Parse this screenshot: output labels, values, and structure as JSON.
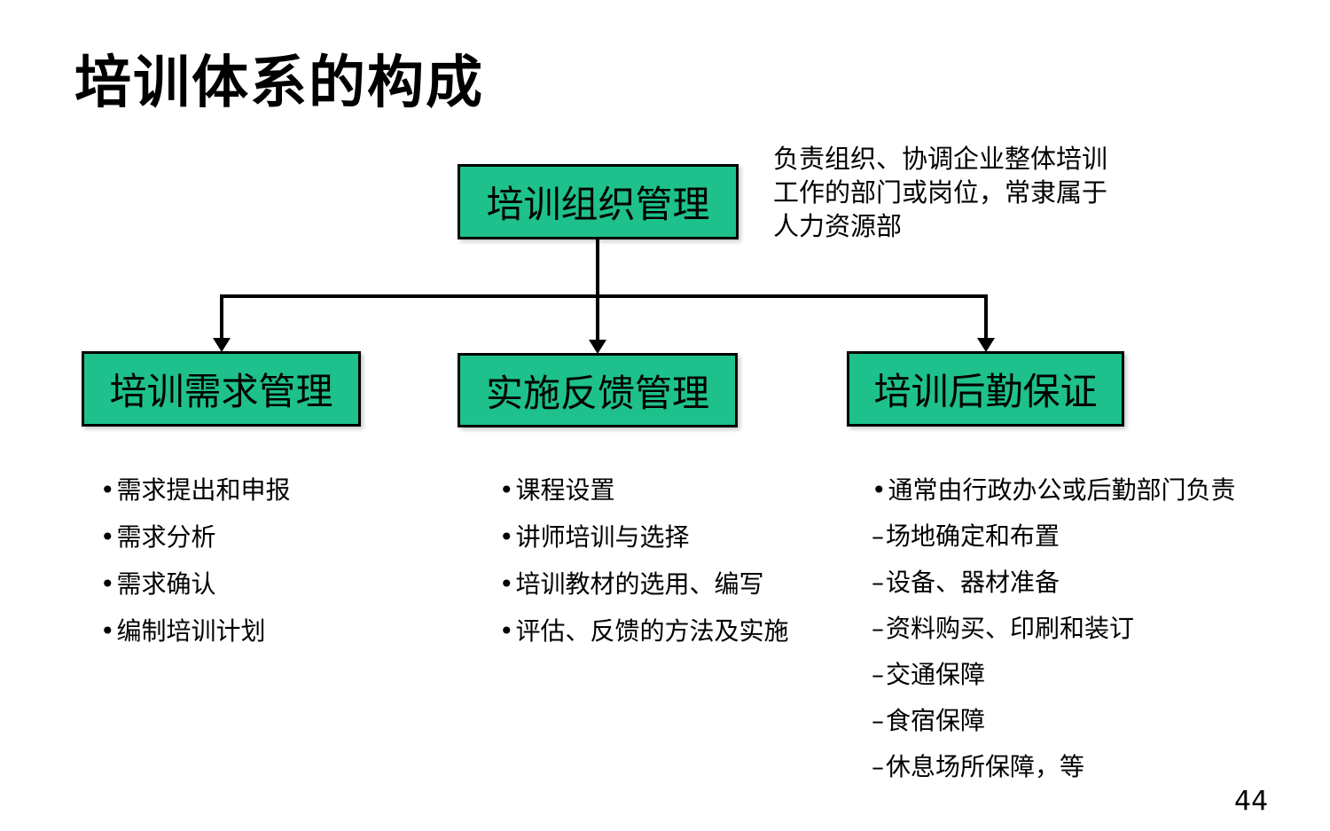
{
  "slide": {
    "title": "培训体系的构成",
    "page_number": "44"
  },
  "colors": {
    "box_fill": "#1EC08C",
    "box_border": "#000000",
    "connector": "#000000",
    "text": "#000000",
    "background": "#FFFFFF"
  },
  "org_chart": {
    "root": {
      "label": "培训组织管理"
    },
    "root_note_lines": [
      "负责组织、协调企业整体培训",
      "工作的部门或岗位，常隶属于",
      "人力资源部"
    ],
    "children": [
      {
        "label": "培训需求管理"
      },
      {
        "label": "实施反馈管理"
      },
      {
        "label": "培训后勤保证"
      }
    ]
  },
  "detail_lists": [
    {
      "items": [
        {
          "marker": "•",
          "text": "需求提出和申报"
        },
        {
          "marker": "•",
          "text": "需求分析"
        },
        {
          "marker": "•",
          "text": "需求确认"
        },
        {
          "marker": "•",
          "text": "编制培训计划"
        }
      ]
    },
    {
      "items": [
        {
          "marker": "•",
          "text": "课程设置"
        },
        {
          "marker": "•",
          "text": "讲师培训与选择"
        },
        {
          "marker": "•",
          "text": "培训教材的选用、编写"
        },
        {
          "marker": "•",
          "text": "评估、反馈的方法及实施"
        }
      ]
    },
    {
      "items": [
        {
          "marker": "•",
          "text": "通常由行政办公或后勤部门负责"
        },
        {
          "marker": "–",
          "text": "场地确定和布置"
        },
        {
          "marker": "–",
          "text": "设备、器材准备"
        },
        {
          "marker": "–",
          "text": "资料购买、印刷和装订"
        },
        {
          "marker": "–",
          "text": "交通保障"
        },
        {
          "marker": "–",
          "text": "食宿保障"
        },
        {
          "marker": "–",
          "text": "休息场所保障，等"
        }
      ]
    }
  ]
}
